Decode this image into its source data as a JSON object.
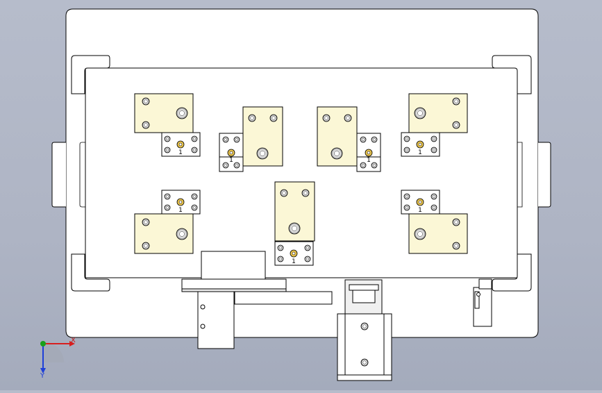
{
  "viewport": {
    "background_top": "#b6bccb",
    "background_bottom": "#a4abbc",
    "body_color": "#ffffff",
    "pad_color": "#fbf7d6",
    "edge_color": "#000000"
  },
  "components": {
    "clamp_blocks": 7,
    "fixture_label": "1"
  },
  "triad": {
    "x_label": "X",
    "y_label": "Y",
    "x_color": "#d81e1e",
    "y_color": "#1e3fd8",
    "z_color": "#1aa01a"
  }
}
